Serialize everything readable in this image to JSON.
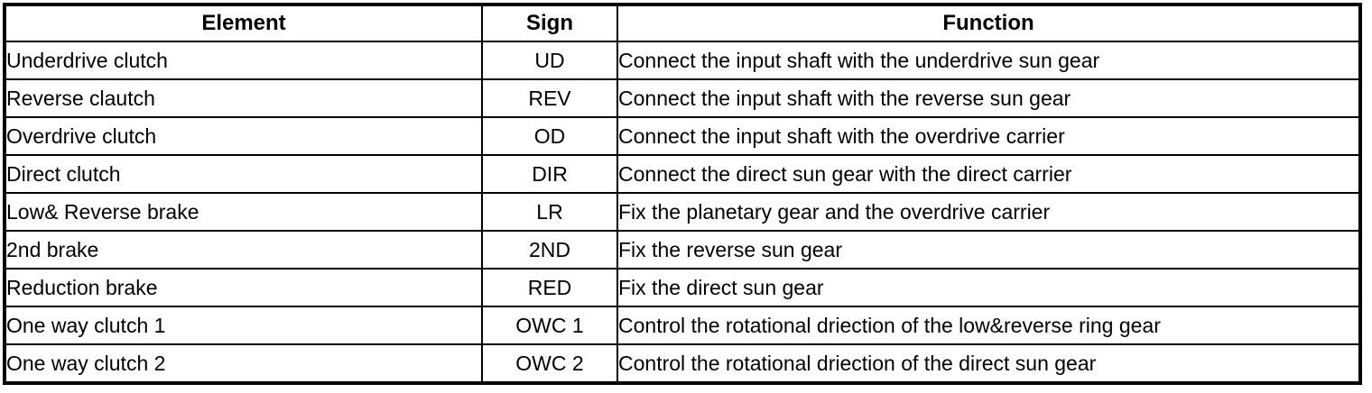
{
  "table": {
    "columns": [
      "Element",
      "Sign",
      "Function"
    ],
    "rows": [
      {
        "element": "Underdrive clutch",
        "sign": "UD",
        "function": "Connect the input shaft with the underdrive sun gear"
      },
      {
        "element": "Reverse clautch",
        "sign": "REV",
        "function": "Connect the input shaft with the reverse sun gear"
      },
      {
        "element": "Overdrive clutch",
        "sign": "OD",
        "function": "Connect the input shaft with the overdrive carrier"
      },
      {
        "element": "Direct clutch",
        "sign": "DIR",
        "function": "Connect the direct sun gear with the direct carrier"
      },
      {
        "element": "Low& Reverse brake",
        "sign": "LR",
        "function": "Fix the planetary gear and the overdrive carrier"
      },
      {
        "element": "2nd brake",
        "sign": "2ND",
        "function": "Fix the reverse sun gear"
      },
      {
        "element": "Reduction brake",
        "sign": "RED",
        "function": "Fix the direct sun gear"
      },
      {
        "element": "One way clutch 1",
        "sign": "OWC 1",
        "function": "Control the rotational driection of the low&reverse ring gear"
      },
      {
        "element": "One way clutch 2",
        "sign": "OWC 2",
        "function": "Control the rotational driection of the direct sun gear"
      }
    ]
  },
  "colors": {
    "background": "#ffffff",
    "text": "#000000",
    "border": "#000000"
  }
}
